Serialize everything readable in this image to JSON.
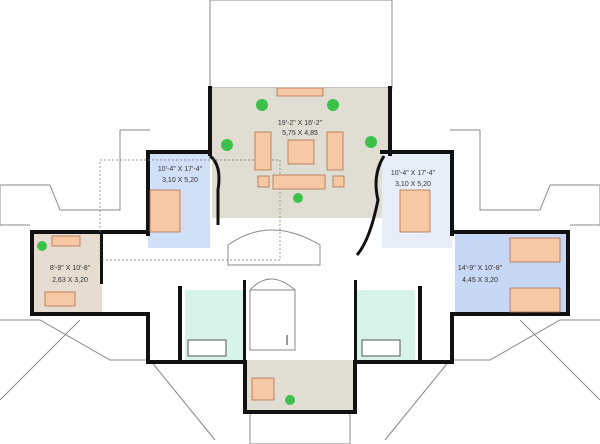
{
  "plan": {
    "rooms": [
      {
        "name": "living-room",
        "imperial": "19'-2\" X 16'-2\"",
        "metric": "5,75 X 4,85",
        "color": "#e0ded2"
      },
      {
        "name": "bedroom-left",
        "imperial": "10'-4\" X 17'-4\"",
        "metric": "3,10 X 5,20",
        "color": "#cfe0f7"
      },
      {
        "name": "bedroom-right",
        "imperial": "10'-4\" X 17'-4\"",
        "metric": "3,10 X 5,20",
        "color": "#e8eef9"
      },
      {
        "name": "study-left",
        "imperial": "8'-9\" X 10'-8\"",
        "metric": "2,63 X 3,20",
        "color": "#e6ddd0"
      },
      {
        "name": "bedroom-far-right",
        "imperial": "14'-9\" X 10'-8\"",
        "metric": "4,45 X 3,20",
        "color": "#c6d8f6"
      }
    ],
    "colors": {
      "wall": "#111111",
      "bath": "#d8f3ea",
      "furniture": "#f6c8a4",
      "plant": "#3cc24a"
    }
  }
}
